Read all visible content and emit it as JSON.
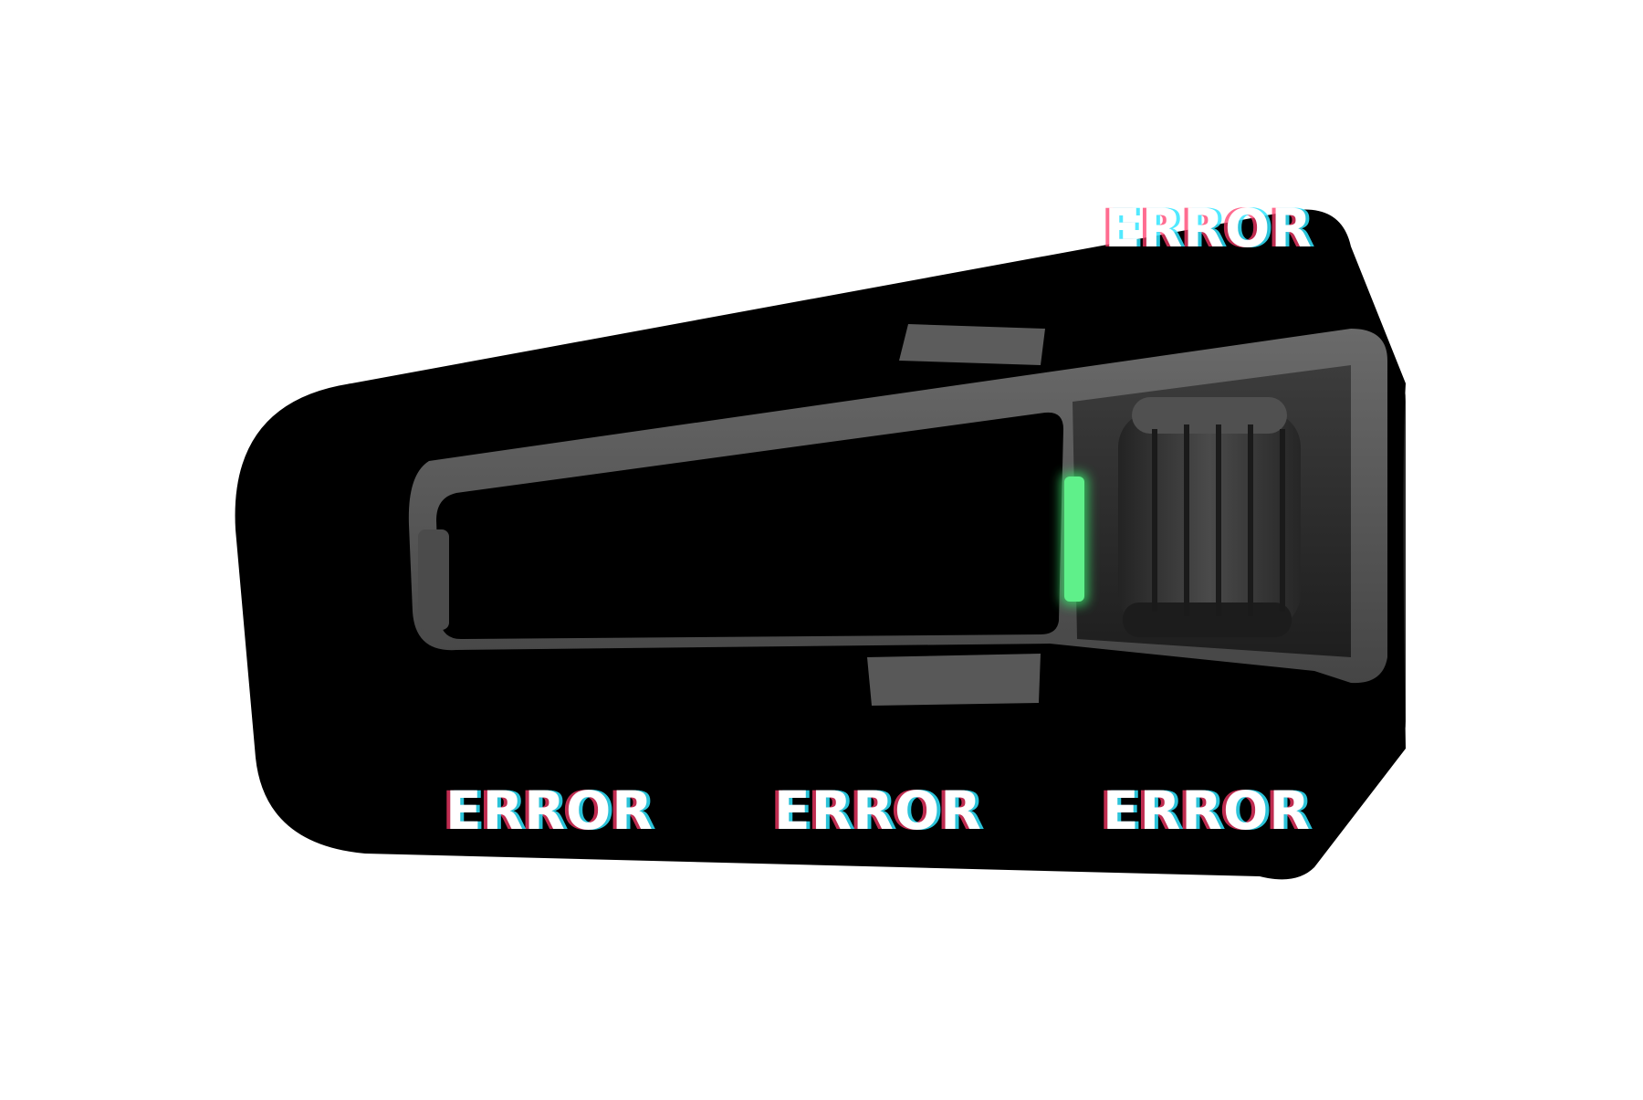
{
  "colors": {
    "background": "#ffffff",
    "skin": "#000000",
    "body": "#3a3a3a",
    "clip": "#555555",
    "led": "#39e36a",
    "glitch_cyan": "#33e6ff",
    "glitch_red": "#ff3b6b"
  },
  "icons": {
    "led": "green-led-indicator",
    "dial": "jog-dial-knob"
  },
  "labels": {
    "top": "ERROR",
    "bottom": [
      "ERROR",
      "ERROR",
      "ERROR"
    ]
  }
}
